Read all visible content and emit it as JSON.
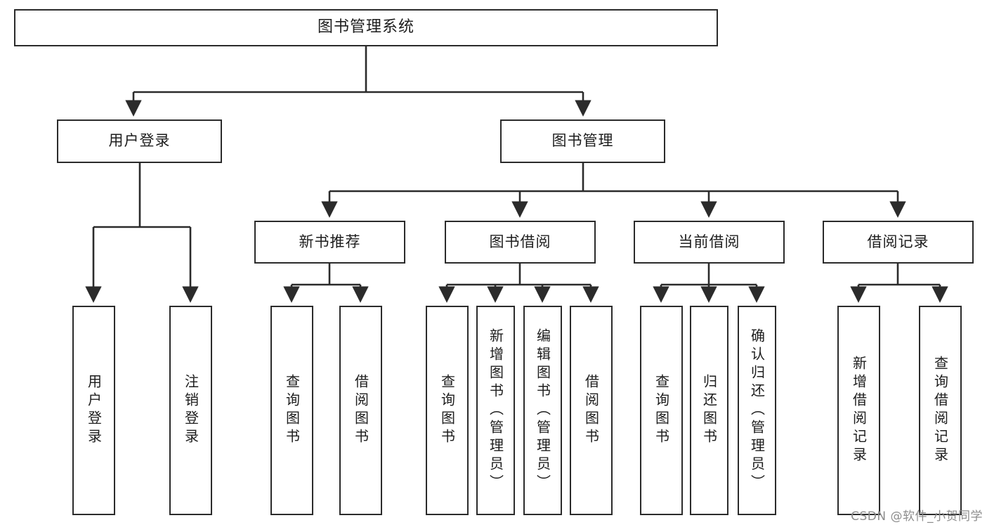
{
  "diagram": {
    "title": "图书管理系统",
    "type": "tree-hierarchy-diagram",
    "watermark": "CSDN @软件_小贺同学",
    "colors": {
      "background": "#ffffff",
      "border": "#2b2b2b",
      "text": "#1d1d1d",
      "connector": "#2b2b2b",
      "watermark": "#8d8d8d"
    },
    "nodes": {
      "root": {
        "label": "图书管理系统",
        "level": 1
      },
      "level2": [
        {
          "id": "user-login",
          "label": "用户登录"
        },
        {
          "id": "book-management",
          "label": "图书管理"
        }
      ],
      "level3": [
        {
          "id": "new-book-recommend",
          "label": "新书推荐"
        },
        {
          "id": "book-borrow",
          "label": "图书借阅"
        },
        {
          "id": "current-borrow",
          "label": "当前借阅"
        },
        {
          "id": "borrow-record",
          "label": "借阅记录"
        }
      ],
      "leaves": {
        "user_login": [
          {
            "id": "leaf-user-login",
            "label": "用户登录"
          },
          {
            "id": "leaf-logout-login",
            "label": "注销登录"
          }
        ],
        "new_book_recommend": [
          {
            "id": "leaf-query-book-1",
            "label": "查询图书"
          },
          {
            "id": "leaf-borrow-book-1",
            "label": "借阅图书"
          }
        ],
        "book_borrow": [
          {
            "id": "leaf-query-book-2",
            "label": "查询图书"
          },
          {
            "id": "leaf-add-book",
            "label": "新增图书（管理员）"
          },
          {
            "id": "leaf-edit-book",
            "label": "编辑图书（管理员）"
          },
          {
            "id": "leaf-borrow-book-2",
            "label": "借阅图书"
          }
        ],
        "current_borrow": [
          {
            "id": "leaf-query-book-3",
            "label": "查询图书"
          },
          {
            "id": "leaf-return-book",
            "label": "归还图书"
          },
          {
            "id": "leaf-confirm-return",
            "label": "确认归还（管理员）"
          }
        ],
        "borrow_record": [
          {
            "id": "leaf-add-borrow-record",
            "label": "新增借阅记录"
          },
          {
            "id": "leaf-query-borrow-record",
            "label": "查询借阅记录"
          }
        ]
      }
    },
    "edges": [
      {
        "from": "图书管理系统",
        "to": "用户登录"
      },
      {
        "from": "图书管理系统",
        "to": "图书管理"
      },
      {
        "from": "用户登录",
        "to": "用户登录"
      },
      {
        "from": "用户登录",
        "to": "注销登录"
      },
      {
        "from": "图书管理",
        "to": "新书推荐"
      },
      {
        "from": "图书管理",
        "to": "图书借阅"
      },
      {
        "from": "图书管理",
        "to": "当前借阅"
      },
      {
        "from": "图书管理",
        "to": "借阅记录"
      },
      {
        "from": "新书推荐",
        "to": "查询图书"
      },
      {
        "from": "新书推荐",
        "to": "借阅图书"
      },
      {
        "from": "图书借阅",
        "to": "查询图书"
      },
      {
        "from": "图书借阅",
        "to": "新增图书（管理员）"
      },
      {
        "from": "图书借阅",
        "to": "编辑图书（管理员）"
      },
      {
        "from": "图书借阅",
        "to": "借阅图书"
      },
      {
        "from": "当前借阅",
        "to": "查询图书"
      },
      {
        "from": "当前借阅",
        "to": "归还图书"
      },
      {
        "from": "当前借阅",
        "to": "确认归还（管理员）"
      },
      {
        "from": "借阅记录",
        "to": "新增借阅记录"
      },
      {
        "from": "借阅记录",
        "to": "查询借阅记录"
      }
    ]
  }
}
